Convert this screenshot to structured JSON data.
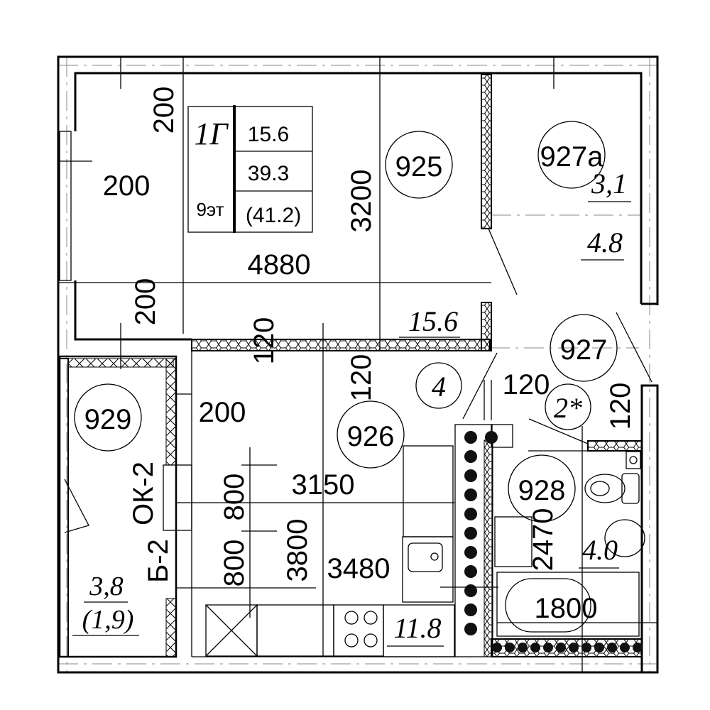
{
  "apartment_table": {
    "type": "1Г",
    "floor": "9эт",
    "living_area": "15.6",
    "total_area": "39.3",
    "total_with_balcony": "(41.2)"
  },
  "rooms": [
    {
      "id": "925"
    },
    {
      "id": "927а"
    },
    {
      "id": "927"
    },
    {
      "id": "4"
    },
    {
      "id": "2*"
    },
    {
      "id": "928"
    },
    {
      "id": "929"
    },
    {
      "id": "926"
    }
  ],
  "areas": {
    "living": "15.6",
    "storage": "3,1",
    "hall": "4.8",
    "balcony": "3,8",
    "balcony_reduced": "(1,9)",
    "kitchen": "11.8",
    "bathroom": "4.0"
  },
  "dimensions": {
    "d_200_a": "200",
    "d_200_b": "200",
    "d_200_c": "200",
    "d_200_d": "200",
    "d_4880": "4880",
    "d_3200": "3200",
    "d_120_a": "120",
    "d_120_b": "120",
    "d_120_c": "120",
    "d_120_d": "120",
    "d_3150": "3150",
    "d_800_a": "800",
    "d_800_b": "800",
    "d_3800": "3800",
    "d_3480": "3480",
    "d_2470": "2470",
    "d_1800": "1800"
  },
  "marks": {
    "window": "ОК-2",
    "balcony_door": "Б-2"
  }
}
